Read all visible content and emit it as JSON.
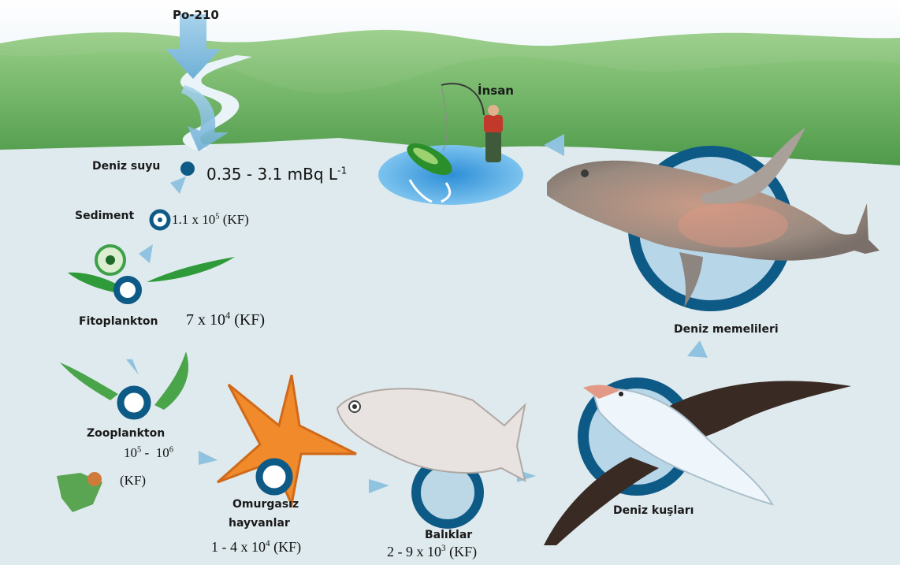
{
  "source": {
    "label": "Po-210"
  },
  "human": {
    "label": "İnsan"
  },
  "seawater": {
    "label": "Deniz suyu",
    "concentration": {
      "value": "0.35 - 3.1 mBq L",
      "exponent": "-1"
    }
  },
  "sediment": {
    "label": "Sediment",
    "cf": {
      "mantissa": "1.1 x 10",
      "exponent": "5",
      "unit": " (KF)"
    }
  },
  "phytoplankton": {
    "label": "Fitoplankton",
    "cf": {
      "mantissa": "7 x 10",
      "exponent": "4",
      "unit": " (KF)"
    }
  },
  "zooplankton": {
    "label": "Zooplankton",
    "cf": {
      "a": "10",
      "a_exp": "5",
      "sep": " -  ",
      "b": "10",
      "b_exp": "6",
      "unit": "(KF)"
    }
  },
  "invertebrates": {
    "label_line1": "Omurgasız",
    "label_line2": "hayvanlar",
    "cf": {
      "mantissa": "1 - 4 x 10",
      "exponent": "4",
      "unit": " (KF)"
    }
  },
  "fish": {
    "label": "Balıklar",
    "cf": {
      "mantissa": "2 - 9 x 10",
      "exponent": "3",
      "unit": " (KF)"
    }
  },
  "seabirds": {
    "label": "Deniz kuşları"
  },
  "marine_mammals": {
    "label": "Deniz memelileri"
  },
  "colors": {
    "node": "#0e5a86",
    "arrow": "#8fc3df",
    "water": "#dfeaee",
    "hills": "#6cae61"
  }
}
